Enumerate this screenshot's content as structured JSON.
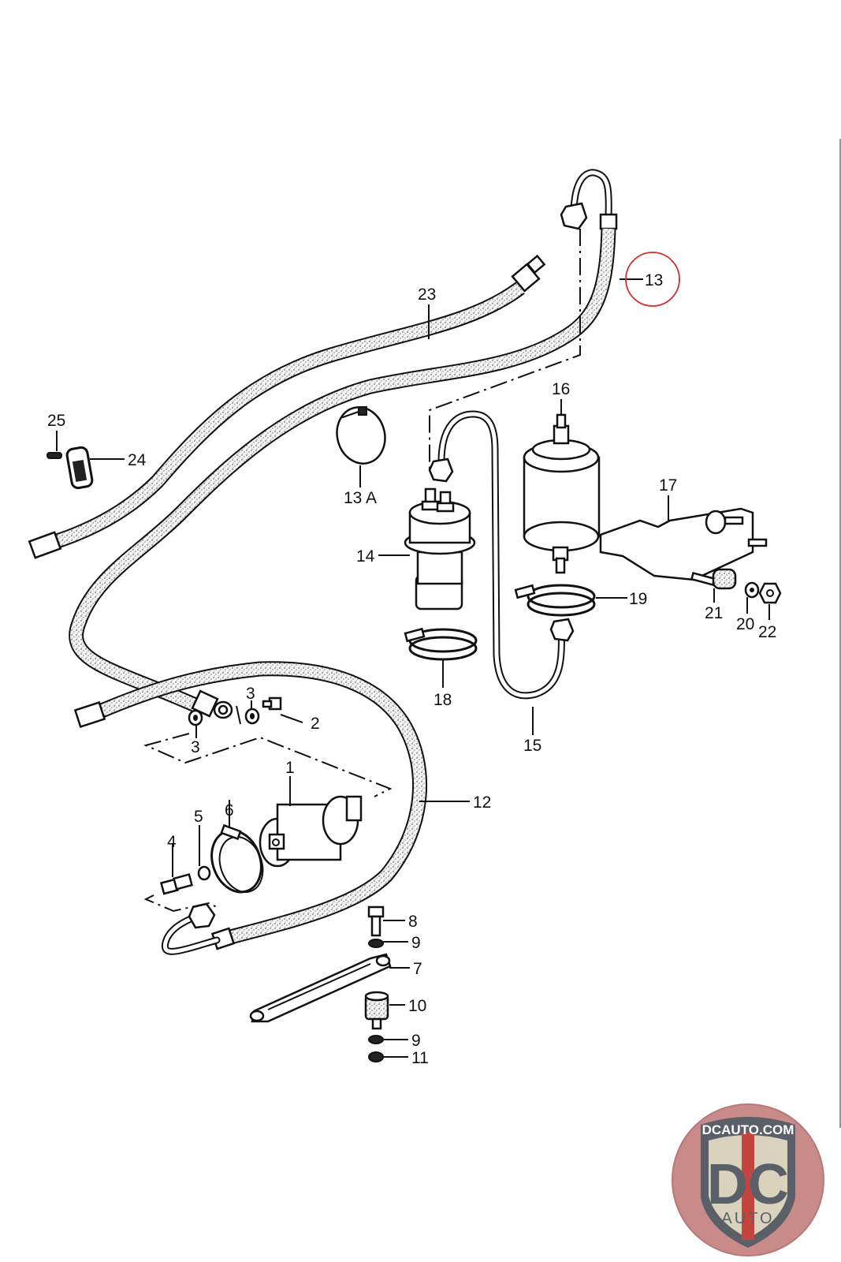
{
  "diagram": {
    "type": "exploded parts diagram",
    "subject": "Fuel lines, fuel pump, fuel accumulator and fuel filter",
    "highlighted_callout": "13",
    "highlight_color": "#d32f2f",
    "callouts": [
      {
        "id": "c1",
        "label": "1"
      },
      {
        "id": "c2",
        "label": "2"
      },
      {
        "id": "c3a",
        "label": "3"
      },
      {
        "id": "c3b",
        "label": "3"
      },
      {
        "id": "c4",
        "label": "4"
      },
      {
        "id": "c5",
        "label": "5"
      },
      {
        "id": "c6",
        "label": "6"
      },
      {
        "id": "c7",
        "label": "7"
      },
      {
        "id": "c8",
        "label": "8"
      },
      {
        "id": "c9a",
        "label": "9"
      },
      {
        "id": "c9b",
        "label": "9"
      },
      {
        "id": "c10",
        "label": "10"
      },
      {
        "id": "c11",
        "label": "11"
      },
      {
        "id": "c12",
        "label": "12"
      },
      {
        "id": "c13",
        "label": "13"
      },
      {
        "id": "c13a",
        "label": "13 A"
      },
      {
        "id": "c14",
        "label": "14"
      },
      {
        "id": "c15",
        "label": "15"
      },
      {
        "id": "c16",
        "label": "16"
      },
      {
        "id": "c17",
        "label": "17"
      },
      {
        "id": "c18",
        "label": "18"
      },
      {
        "id": "c19",
        "label": "19"
      },
      {
        "id": "c20",
        "label": "20"
      },
      {
        "id": "c21",
        "label": "21"
      },
      {
        "id": "c22",
        "label": "22"
      },
      {
        "id": "c23",
        "label": "23"
      },
      {
        "id": "c24",
        "label": "24"
      },
      {
        "id": "c25",
        "label": "25"
      }
    ]
  },
  "watermark": {
    "site": "DCAUTO.COM",
    "letters": "DC",
    "sub": "AUTO",
    "colors": {
      "badge_bg": "#c98a8a",
      "shield_border": "#5b6068",
      "shield_fill": "#d9d2bd",
      "letters": "#5b6068",
      "stripe": "#c4453f"
    }
  }
}
